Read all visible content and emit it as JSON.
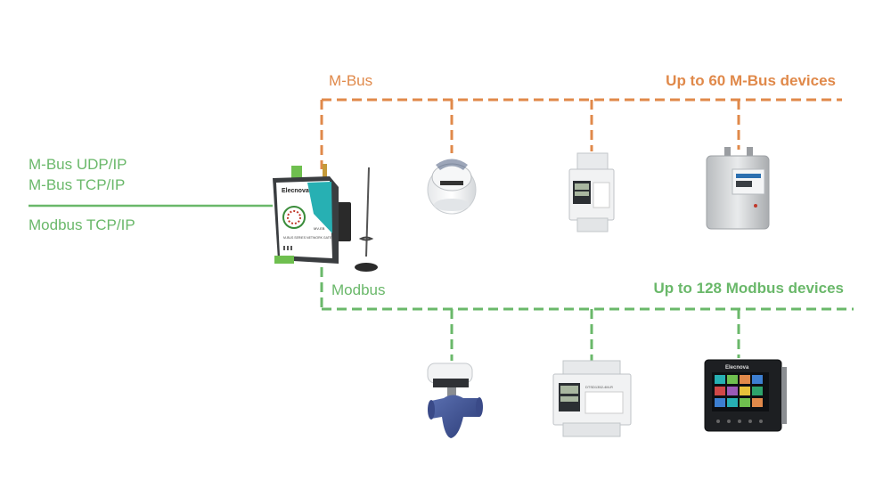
{
  "protocols": {
    "udp": "M-Bus UDP/IP",
    "tcp": "M-Bus TCP/IP",
    "modbus_tcp": "Modbus TCP/IP"
  },
  "mbus": {
    "label": "M-Bus",
    "count_label": "Up to 60 M-Bus devices"
  },
  "modbus": {
    "label": "Modbus",
    "count_label": "Up to 128 Modbus devices"
  },
  "gateway": {
    "brand": "Elecnova",
    "model": "MV-EB",
    "caption": "M-BUS SERIES NETWORK GATE"
  },
  "modbus_meter": {
    "model": "DTSD1352-4M-R"
  },
  "panel_meter": {
    "brand": "Elecnova"
  },
  "colors": {
    "mbus": "#e0894a",
    "modbus": "#6ab86a"
  }
}
